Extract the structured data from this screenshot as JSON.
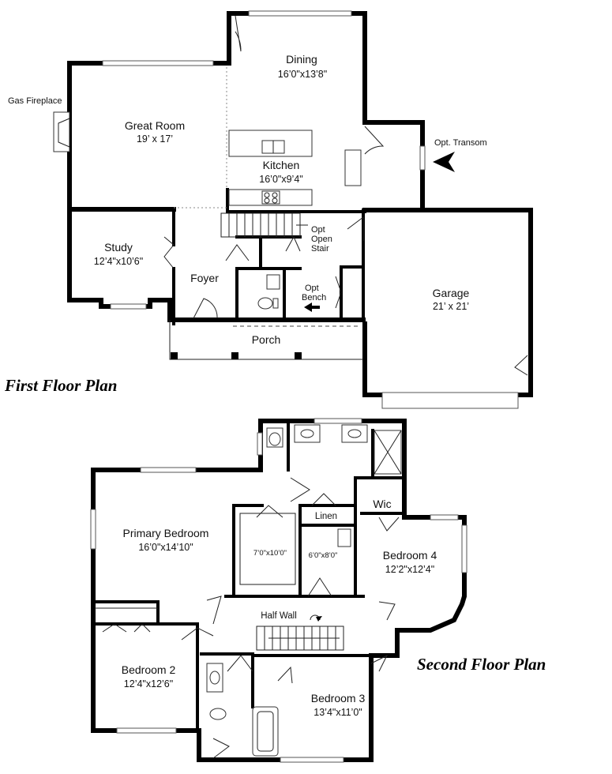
{
  "first_floor": {
    "title": "First Floor Plan",
    "rooms": {
      "dining": {
        "name": "Dining",
        "dim": "16’0\"x13’8\""
      },
      "great_room": {
        "name": "Great Room",
        "dim": "19’ x 17’"
      },
      "kitchen": {
        "name": "Kitchen",
        "dim": "16’0\"x9’4\""
      },
      "study": {
        "name": "Study",
        "dim": "12’4\"x10’6\""
      },
      "foyer": {
        "name": "Foyer"
      },
      "garage": {
        "name": "Garage",
        "dim": "21’ x 21’"
      },
      "porch": {
        "name": "Porch"
      }
    },
    "notes": {
      "gas_fireplace": "Gas Fireplace",
      "opt_transom": "Opt. Transom",
      "opt_open_stair": [
        "Opt",
        "Open",
        "Stair"
      ],
      "opt_bench": [
        "Opt",
        "Bench"
      ]
    }
  },
  "second_floor": {
    "title": "Second Floor Plan",
    "rooms": {
      "primary_bedroom": {
        "name": "Primary Bedroom",
        "dim": "16’0\"x14’10\""
      },
      "closet": {
        "dim": "7’0\"x10’0\""
      },
      "linen": {
        "name": "Linen"
      },
      "bath_area": {
        "dim": "6’0\"x8’0\""
      },
      "wic": {
        "name": "Wic"
      },
      "bedroom4": {
        "name": "Bedroom 4",
        "dim": "12’2\"x12’4\""
      },
      "bedroom2": {
        "name": "Bedroom 2",
        "dim": "12’4\"x12’6\""
      },
      "bedroom3": {
        "name": "Bedroom 3",
        "dim": "13’4\"x11’0\""
      }
    },
    "notes": {
      "half_wall": "Half Wall"
    }
  },
  "colors": {
    "wall": "#000000",
    "background": "#ffffff",
    "text": "#111111"
  }
}
